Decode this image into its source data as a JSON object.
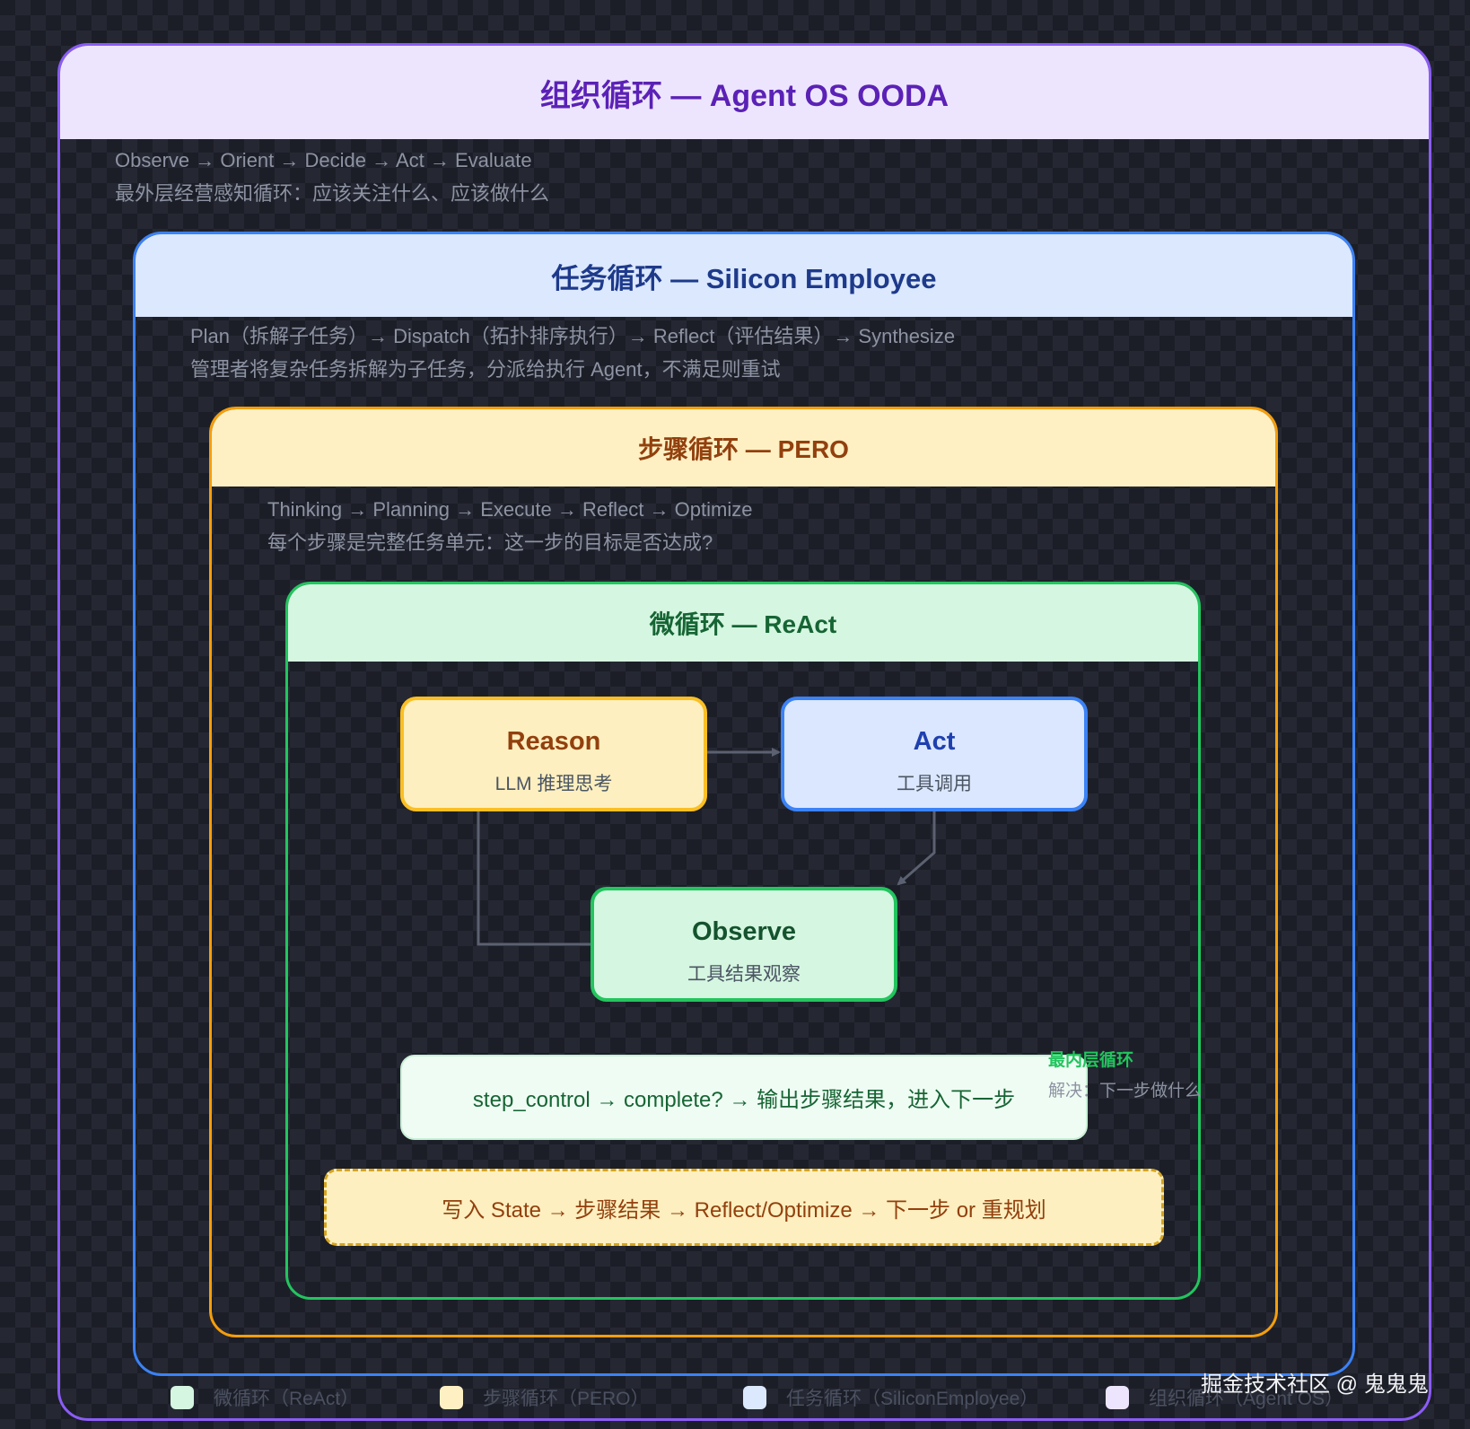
{
  "org_loop": {
    "title": "组织循环 — Agent OS OODA",
    "flow": "Observe → Orient → Decide → Act → Evaluate",
    "desc": "最外层经营感知循环：应该关注什么、应该做什么"
  },
  "task_loop": {
    "title": "任务循环 — Silicon Employee",
    "flow": "Plan（拆解子任务）→ Dispatch（拓扑排序执行）→ Reflect（评估结果）→ Synthesize",
    "desc": "管理者将复杂任务拆解为子任务，分派给执行 Agent，不满足则重试"
  },
  "step_loop": {
    "title": "步骤循环 — PERO",
    "flow": "Thinking → Planning → Execute → Reflect → Optimize",
    "desc": "每个步骤是完整任务单元：这一步的目标是否达成?"
  },
  "micro_loop": {
    "title": "微循环 — ReAct",
    "nodes": {
      "reason": {
        "title": "Reason",
        "desc": "LLM 推理思考"
      },
      "act": {
        "title": "Act",
        "desc": "工具调用"
      },
      "observe": {
        "title": "Observe",
        "desc": "工具结果观察"
      }
    },
    "step_control": "step_control → complete? → 输出步骤结果，进入下一步",
    "inner_note": {
      "title": "最内层循环",
      "desc": "解决：下一步做什么"
    }
  },
  "write_state": "写入 State → 步骤结果 → Reflect/Optimize → 下一步 or 重规划",
  "legend": [
    {
      "label": "微循环（ReAct）",
      "color": "#d5f6e1"
    },
    {
      "label": "步骤循环（PERO）",
      "color": "#fef0c3"
    },
    {
      "label": "任务循环（SiliconEmployee）",
      "color": "#dbe8fe"
    },
    {
      "label": "组织循环（Agent OS）",
      "color": "#ede5fd"
    }
  ],
  "watermark": "掘金技术社区 @ 鬼鬼鬼",
  "colors": {
    "org": "#8b5cf6",
    "task": "#3b82f6",
    "step": "#f59e0b",
    "micro": "#22c55e",
    "connector": "#5b6170"
  }
}
